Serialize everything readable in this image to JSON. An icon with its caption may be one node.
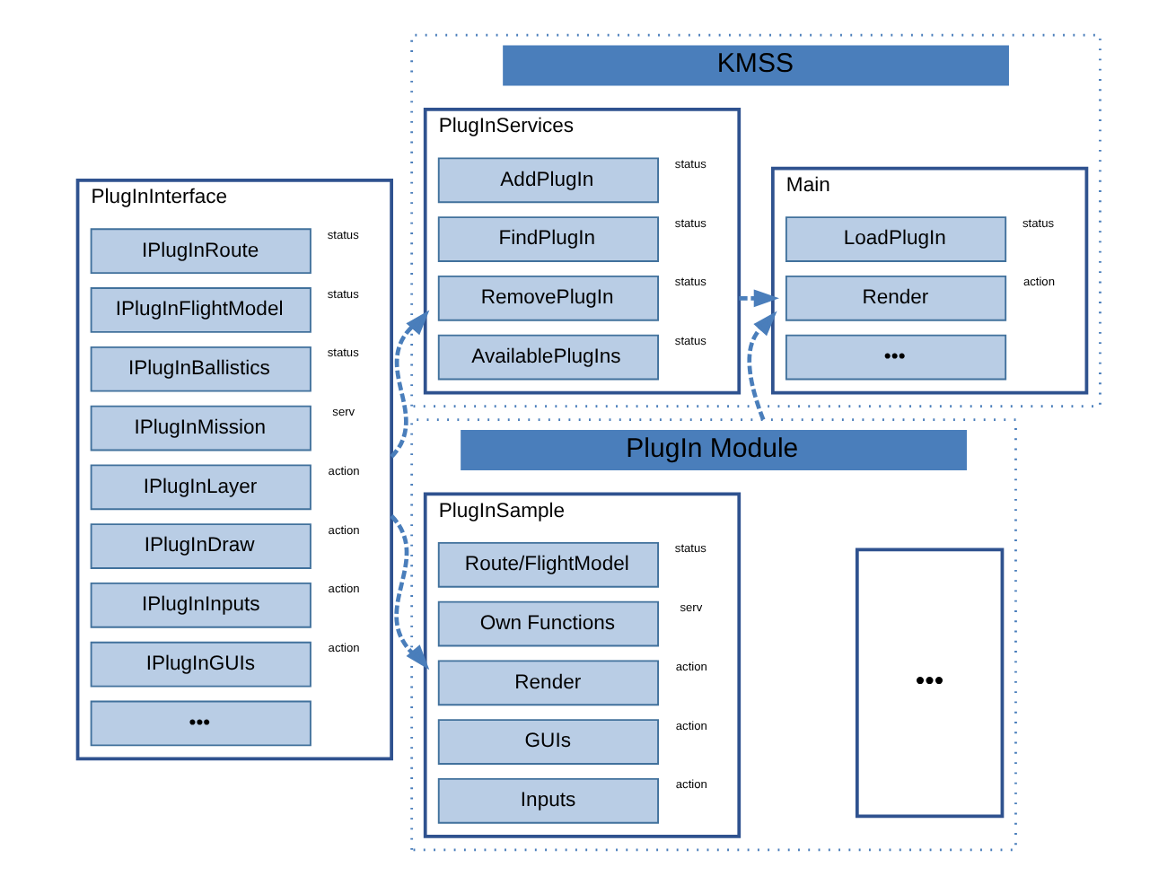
{
  "diagram": {
    "nodes": [
      {
        "text": [
          "PlugInInterface"
        ]
      },
      {
        "text": [
          "IPlugInRoute"
        ],
        "in": 0,
        "beside": [
          "status"
        ]
      },
      {
        "text": [
          "IPlugInFlightModel"
        ],
        "in": 0,
        "beside": [
          "status"
        ]
      },
      {
        "text": [
          "IPlugInBallistics"
        ],
        "in": 0,
        "beside": [
          "status"
        ]
      },
      {
        "text": [
          "IPlugInMission"
        ],
        "in": 0,
        "beside": [
          "serv"
        ]
      },
      {
        "text": [
          "IPlugInLayer"
        ],
        "in": 0,
        "beside": [
          "action"
        ]
      },
      {
        "text": [
          "IPlugInDraw"
        ],
        "in": 0,
        "beside": [
          "action"
        ]
      },
      {
        "text": [
          "IPlugInInputs"
        ],
        "in": 0,
        "beside": [
          "action"
        ]
      },
      {
        "text": [
          "IPlugInGUIs"
        ],
        "in": 0,
        "beside": [
          "action"
        ]
      },
      {
        "text": [
          "•••"
        ],
        "in": 0
      },
      {
        "text": [
          "KMSS"
        ]
      },
      {
        "text": [
          "PlugInServices"
        ],
        "in": 10
      },
      {
        "text": [
          "AddPlugIn"
        ],
        "in": 11,
        "beside": [
          "status"
        ]
      },
      {
        "text": [
          "FindPlugIn"
        ],
        "in": 11,
        "beside": [
          "status"
        ]
      },
      {
        "text": [
          "RemovePlugIn"
        ],
        "in": 11,
        "beside": [
          "status"
        ]
      },
      {
        "text": [
          "AvailablePlugIns"
        ],
        "in": 11,
        "beside": [
          "status"
        ]
      },
      {
        "text": [
          "Main"
        ],
        "in": 10
      },
      {
        "text": [
          "LoadPlugIn"
        ],
        "in": 16,
        "beside": [
          "status"
        ]
      },
      {
        "text": [
          "Render"
        ],
        "in": 16,
        "beside": [
          "action"
        ]
      },
      {
        "text": [
          "•••"
        ],
        "in": 16
      },
      {
        "text": [
          "PlugIn Module"
        ]
      },
      {
        "text": [
          "PlugInSample"
        ],
        "in": 20
      },
      {
        "text": [
          "Route/FlightModel"
        ],
        "in": 21,
        "beside": [
          "status"
        ]
      },
      {
        "text": [
          "Own Functions"
        ],
        "in": 21,
        "beside": [
          "serv"
        ]
      },
      {
        "text": [
          "Render"
        ],
        "in": 21,
        "beside": [
          "action"
        ]
      },
      {
        "text": [
          "GUIs"
        ],
        "in": 21,
        "beside": [
          "action"
        ]
      },
      {
        "text": [
          "Inputs"
        ],
        "in": 21,
        "beside": [
          "action"
        ]
      },
      {
        "text": [
          "•••"
        ],
        "in": 20
      }
    ],
    "edges": [
      {
        "from": 0,
        "to": 11,
        "arrow": "to",
        "style": "dashed"
      },
      {
        "from": 11,
        "to": 16,
        "arrow": "to",
        "style": "dashed"
      },
      {
        "from": 0,
        "to": 21,
        "arrow": "to",
        "style": "dashed"
      },
      {
        "from": 20,
        "to": 16,
        "arrow": "to",
        "style": "dashed"
      }
    ]
  }
}
